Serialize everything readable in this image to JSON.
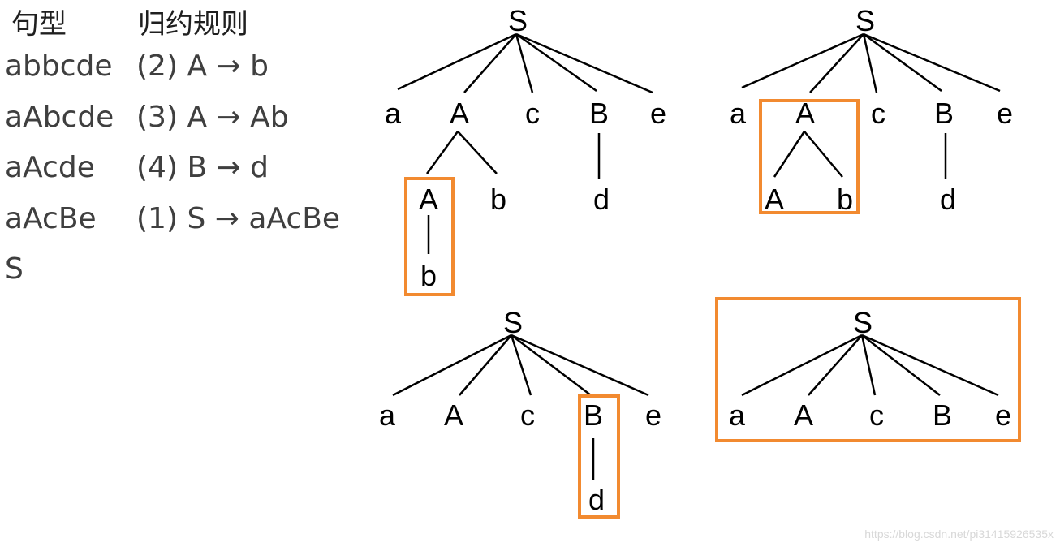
{
  "table": {
    "headers": [
      "句型",
      "归约规则"
    ],
    "rows": [
      {
        "sentence": "abbcde",
        "rule": "(2) A → b"
      },
      {
        "sentence": "aAbcde",
        "rule": "(3) A → Ab"
      },
      {
        "sentence": "aAcde",
        "rule": "(4) B → d"
      },
      {
        "sentence": "aAcBe",
        "rule": "(1) S → aAcBe"
      },
      {
        "sentence": "S",
        "rule": ""
      }
    ]
  },
  "trees": [
    {
      "root": "S",
      "children": [
        "a",
        "A",
        "c",
        "B",
        "e"
      ],
      "sub_A": [
        "A",
        "b"
      ],
      "sub_AA": [
        "b"
      ],
      "sub_B": [
        "d"
      ]
    },
    {
      "root": "S",
      "children": [
        "a",
        "A",
        "c",
        "B",
        "e"
      ],
      "sub_A": [
        "A",
        "b"
      ],
      "sub_B": [
        "d"
      ]
    },
    {
      "root": "S",
      "children": [
        "a",
        "A",
        "c",
        "B",
        "e"
      ],
      "sub_B": [
        "d"
      ]
    },
    {
      "root": "S",
      "children": [
        "a",
        "A",
        "c",
        "B",
        "e"
      ]
    }
  ],
  "colors": {
    "highlight": "#f28a30",
    "line": "#000000",
    "table_text": "#3f3f3f"
  },
  "watermark": "https://blog.csdn.net/pi31415926535x"
}
